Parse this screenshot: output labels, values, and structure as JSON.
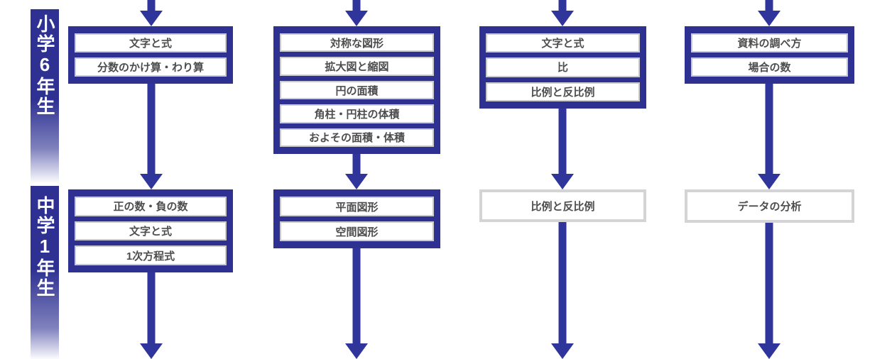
{
  "palette": {
    "flow_blue": "#2e3192",
    "arrow_blue": "#2f359a",
    "item_border_gray": "#c9cacd",
    "single_border_gray": "#d4d4d7",
    "topic_text_gray": "#4d4d4d",
    "stage_text": "#ffffff",
    "background": "#ffffff"
  },
  "diagram": {
    "type": "curriculum-flowchart",
    "rows": [
      {
        "stage_label": "小学6年生",
        "columns": [
          {
            "type": "group",
            "items": [
              "文字と式",
              "分数のかけ算・わり算"
            ]
          },
          {
            "type": "group",
            "items": [
              "対称な図形",
              "拡大図と縮図",
              "円の面積",
              "角柱・円柱の体積",
              "およその面積・体積"
            ]
          },
          {
            "type": "group",
            "items": [
              "文字と式",
              "比",
              "比例と反比例"
            ]
          },
          {
            "type": "group",
            "items": [
              "資料の調べ方",
              "場合の数"
            ]
          }
        ]
      },
      {
        "stage_label": "中学1年生",
        "columns": [
          {
            "type": "group",
            "items": [
              "正の数・負の数",
              "文字と式",
              "1次方程式"
            ]
          },
          {
            "type": "group",
            "items": [
              "平面図形",
              "空間図形"
            ]
          },
          {
            "type": "single",
            "items": [
              "比例と反比例"
            ]
          },
          {
            "type": "single",
            "items": [
              "データの分析"
            ]
          }
        ]
      }
    ]
  }
}
